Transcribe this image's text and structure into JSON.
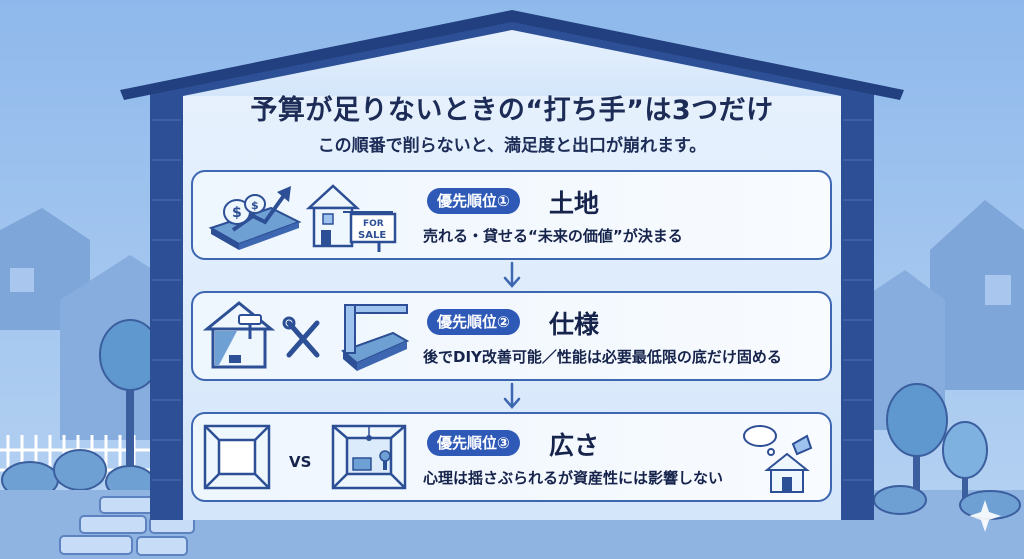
{
  "title": "予算が足りないときの“打ち手”は3つだけ",
  "subtitle": "この順番で削らないと、満足度と出口が崩れます。",
  "priorities": [
    {
      "badge": "優先順位①",
      "heading": "土地",
      "description": "売れる・貸せる“未来の価値”が決まる",
      "sign_text_line1": "FOR",
      "sign_text_line2": "SALE"
    },
    {
      "badge": "優先順位②",
      "heading": "仕様",
      "description": "後でDIY改善可能／性能は必要最低限の底だけ固める"
    },
    {
      "badge": "優先順位③",
      "heading": "広さ",
      "description": "心理は揺さぶられるが資産性には影響しない",
      "vs_label": "VS"
    }
  ],
  "icons": [
    "money-bag-icon",
    "growth-arrow-icon",
    "house-for-sale-icon",
    "house-paint-roller-icon",
    "wrench-screwdriver-icon",
    "foundation-icon",
    "empty-room-icon",
    "furnished-room-icon",
    "thought-house-icon",
    "down-arrow-icon"
  ],
  "colors": {
    "frame": "#2d4f95",
    "badge": "#2e59b7",
    "card_border": "#3e67b1",
    "sky": "#9dc3ee",
    "text": "#16234b"
  }
}
